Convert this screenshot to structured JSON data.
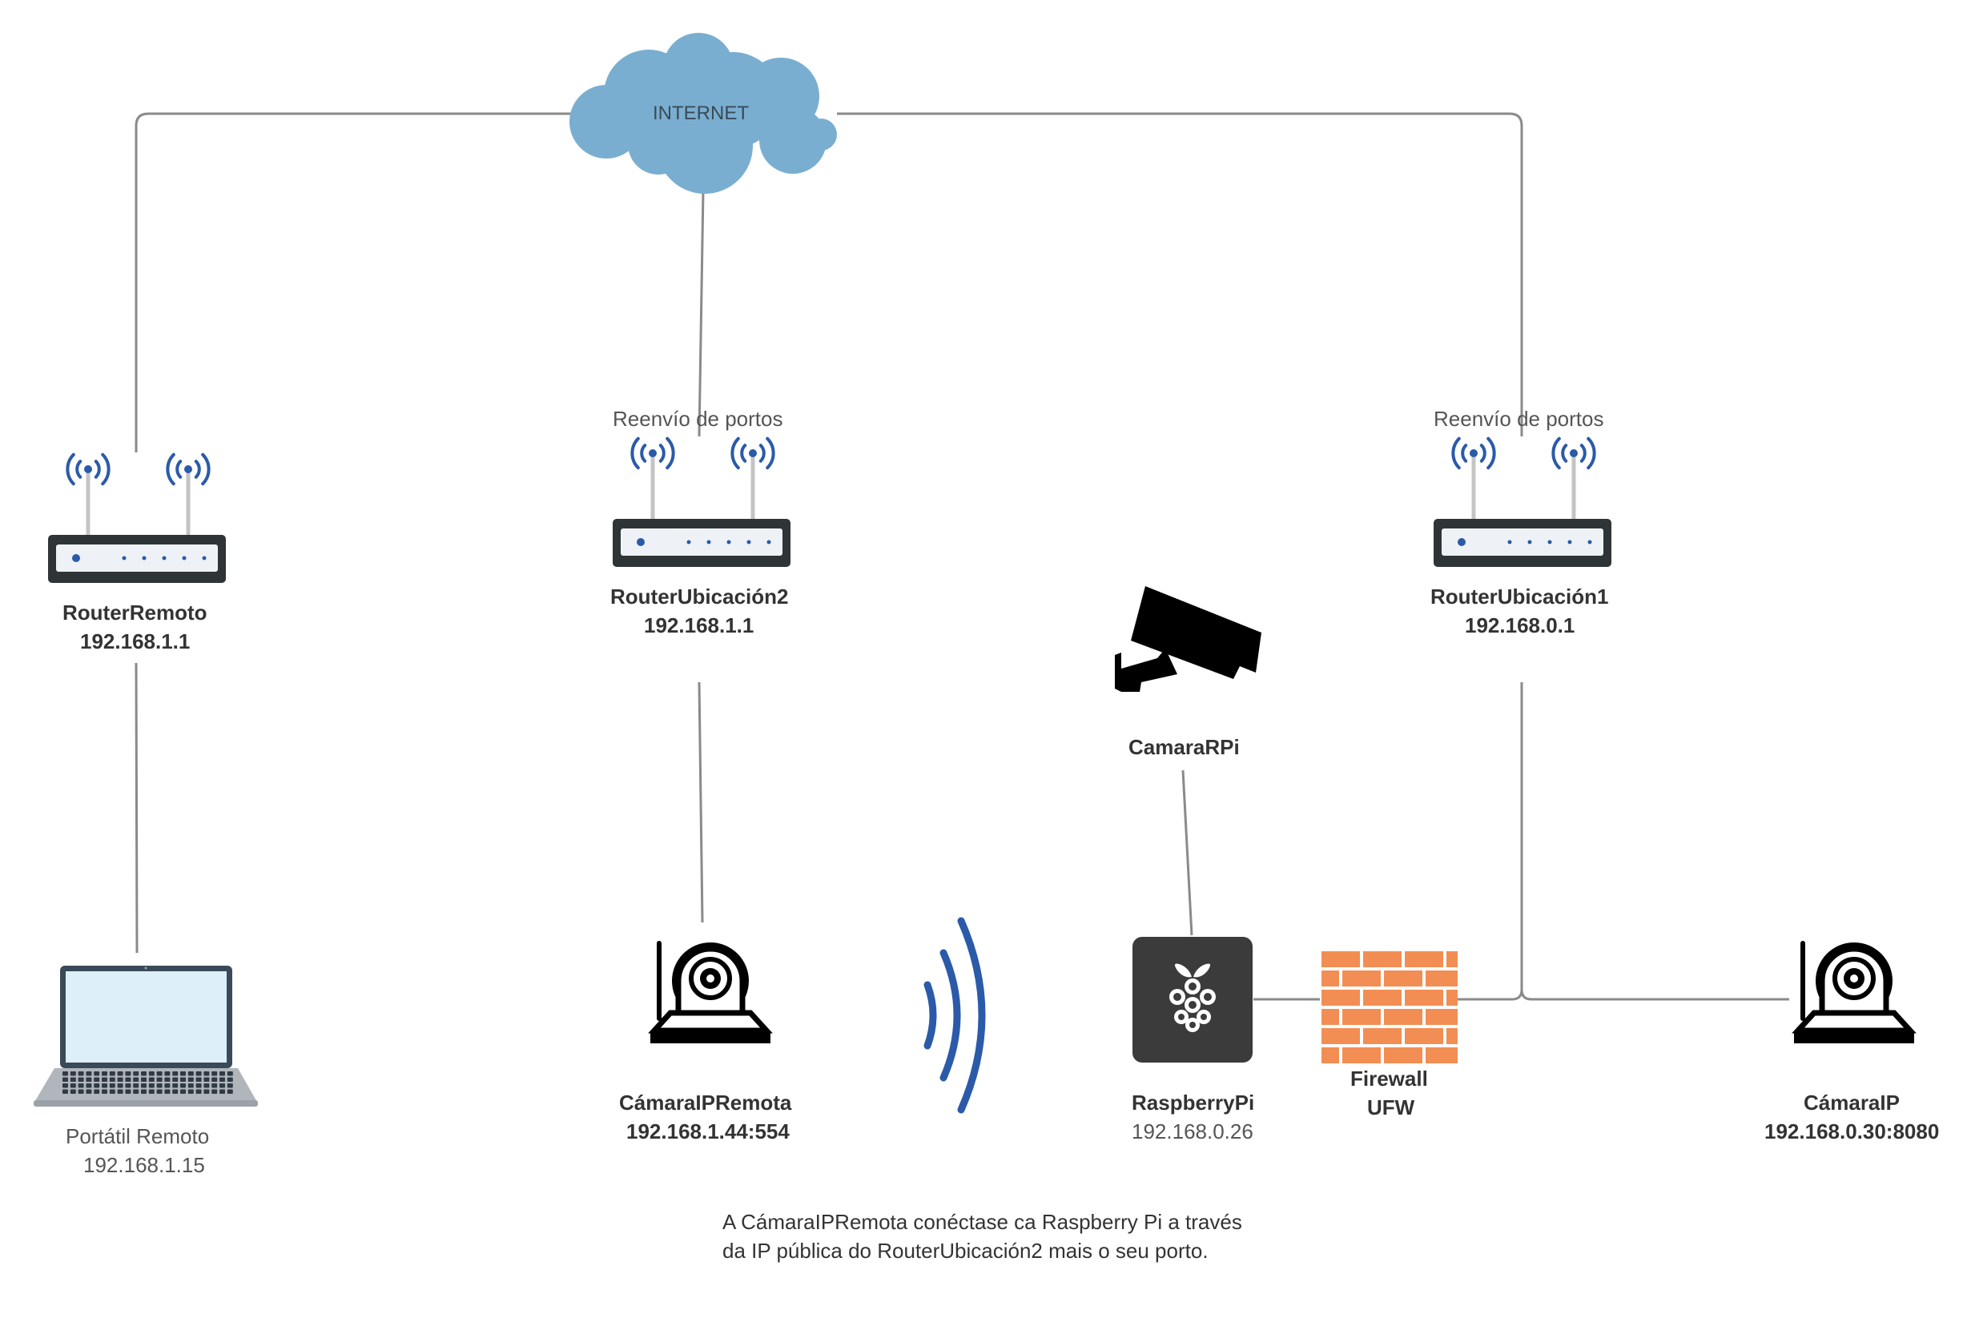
{
  "internet": {
    "label": "INTERNET",
    "color": "#79aed0"
  },
  "colors": {
    "wire": "#8a8a8a",
    "antenna": "#2b5aa8",
    "router_body": "#2f3436",
    "raspberry_box": "#3b3b3b",
    "firewall": "#f28e54",
    "wifi": "#2b5aa8"
  },
  "routers": [
    {
      "name": "RouterRemoto",
      "ip": "192.168.1.1",
      "note": ""
    },
    {
      "name": "RouterUbicación2",
      "ip": "192.168.1.1",
      "note": "Reenvío de portos"
    },
    {
      "name": "RouterUbicación1",
      "ip": "192.168.0.1",
      "note": "Reenvío de portos"
    }
  ],
  "laptop": {
    "name": "Portátil Remoto",
    "ip": "192.168.1.15"
  },
  "camara_ip_remota": {
    "name": "CámaraIPRemota",
    "ip": "192.168.1.44:554"
  },
  "camara_rpi": {
    "name": "CamaraRPi"
  },
  "raspberry": {
    "name": "RaspberryPi",
    "ip": "192.168.0.26"
  },
  "firewall": {
    "line1": "Firewall",
    "line2": "UFW"
  },
  "camara_ip": {
    "name": "CámaraIP",
    "ip": "192.168.0.30:8080"
  },
  "note": {
    "line1": "A CámaraIPRemota conéctase ca Raspberry Pi a través",
    "line2": "da IP pública do RouterUbicación2 mais o seu porto."
  }
}
